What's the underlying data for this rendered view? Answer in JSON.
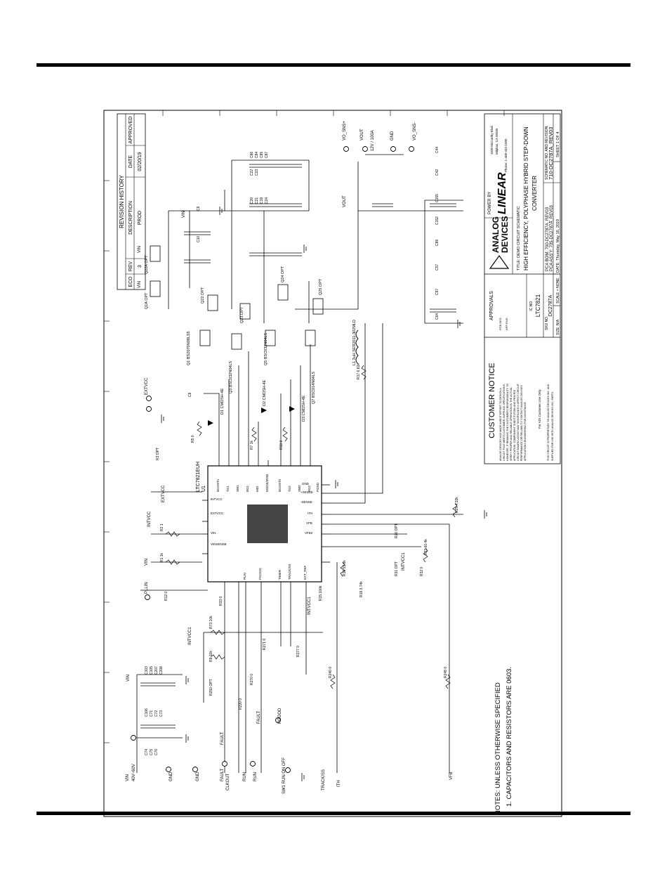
{
  "revision": {
    "title": "REVISION HISTORY",
    "headers": [
      "ECO",
      "REV",
      "DESCRIPTION",
      "DATE",
      "APPROVED"
    ],
    "row": [
      "",
      "3",
      "PROD",
      "02/20/19",
      ""
    ]
  },
  "notes": {
    "title": "NOTES: UNLESS OTHERWISE SPECIFIED",
    "line1": "1. CAPACITORS AND RESISTORS ARE 0603."
  },
  "title_block": {
    "customer_notice": "CUSTOMER NOTICE",
    "approvals": "APPROVALS",
    "ic_no_label": "IC NO.",
    "ic_no": "LTC7821",
    "sku_label": "SKU NO.",
    "sku": "DC2787A",
    "size": "SIZE: N/A",
    "scale": "SCALE = NONE",
    "title_label": "TITLE: DEMO CIRCUIT SCHEMATIC",
    "title1": "HIGH EFFICIENCY, POLYPHASE HYBRID STEP-DOWN",
    "title2": "CONVERTER",
    "pca_bom": "PCA BOM: 700-DC2787A_REV03",
    "pca_assy": "PCA ASS'Y: 705-DC2787A_REV03",
    "date": "DATE: Thursday, May 16, 2019",
    "schematic_label": "SCHEMATIC NO. AND REVISION:",
    "schematic_no": "710-DC2787A_REV03",
    "sheet": "SHEET  1  OF  4",
    "company1": "ANALOG",
    "company2": "DEVICES",
    "powered_by": "POWER BY",
    "brand": "LINEAR",
    "address1": "1630 McCarthy Blvd.",
    "address2": "Milpitas, CA 95035",
    "phone": "Phone: 1-408-432-1900"
  },
  "ic": {
    "ref": "U1",
    "part": "LTC7821EUH",
    "pins": [
      "BOOST1",
      "TG1",
      "SW1",
      "BG1",
      "MID",
      "MODE/IRSB",
      "BOOST2",
      "TG2",
      "SW2",
      "BG2",
      "PGND",
      "GND",
      "+SENSE",
      "-SENSE",
      "ITH",
      "VFB",
      "VFB2",
      "RUN",
      "PGOOD",
      "TIMER",
      "TRACK/SS",
      "EXT_REF",
      "INTVCC",
      "EXTVCC",
      "VIN",
      "VINSENSE"
    ]
  },
  "connectors": {
    "vin": "VIN",
    "vin_range": "40V~60V",
    "gnd": "GND",
    "vout": "VOUT",
    "vout_spec": "12V / 100A",
    "vo_sns_p": "VO_SNS+",
    "vo_sns_n": "VO_SNS-",
    "extvcc": "EXTVCC",
    "intvcc": "INTVCC",
    "intvcc1": "INTVCC1",
    "pllin": "PLLIN",
    "clkout": "CLKOUT",
    "fault": "FAULT",
    "run": "RUN",
    "pgood": "PGOOD",
    "track": "TRACK/SS",
    "ith": "ITH",
    "vfb": "VFB"
  },
  "parts": {
    "mosfets": [
      "Q1 BSZ070N08LS5",
      "Q3 BSC032N04LS",
      "Q5 BSC032N04LS",
      "Q7 BSC014N04LS",
      "Q22 OPT",
      "Q23 OPT",
      "Q24 OPT",
      "Q25 OPT",
      "Q1A OPT",
      "Q22A OPT"
    ],
    "inductor": "L1 3uH SER2011-302MLD",
    "caps_in": [
      "C103",
      "C105",
      "C207",
      "C208",
      "C106",
      "C71",
      "C72",
      "C73",
      "C74",
      "C75",
      "C76",
      "C8",
      "C9",
      "C10"
    ],
    "caps_flying": [
      "C20",
      "C21",
      "C22",
      "C23",
      "C19",
      "C24",
      "C86",
      "C84",
      "C85",
      "C87"
    ],
    "caps_out": [
      "C64",
      "C97",
      "C57",
      "C89",
      "C152",
      "C155",
      "C42",
      "C44"
    ],
    "resistors": [
      "R1 1k",
      "R2 1",
      "R3 OPT",
      "R5 0",
      "R7 1k",
      "R9 10k",
      "R10 0",
      "R12 0",
      "R15 100k",
      "R16 53.6k",
      "R17 6.81k",
      "R18 3.74k",
      "R20 OPT",
      "R23 60.4k",
      "R25 4.32k",
      "R31 OPT",
      "R32 0",
      "R33 0",
      "R73 10k",
      "R240 0",
      "R248 0",
      "R270 0",
      "R271 0",
      "R277 0",
      "R220 0",
      "R250 OPT"
    ],
    "diodes": [
      "D1 CMDSH-4E",
      "D2 CMDSH-4E",
      "D3 CMDSH-4E"
    ],
    "switch": "SW1 RUN ON OFF"
  }
}
